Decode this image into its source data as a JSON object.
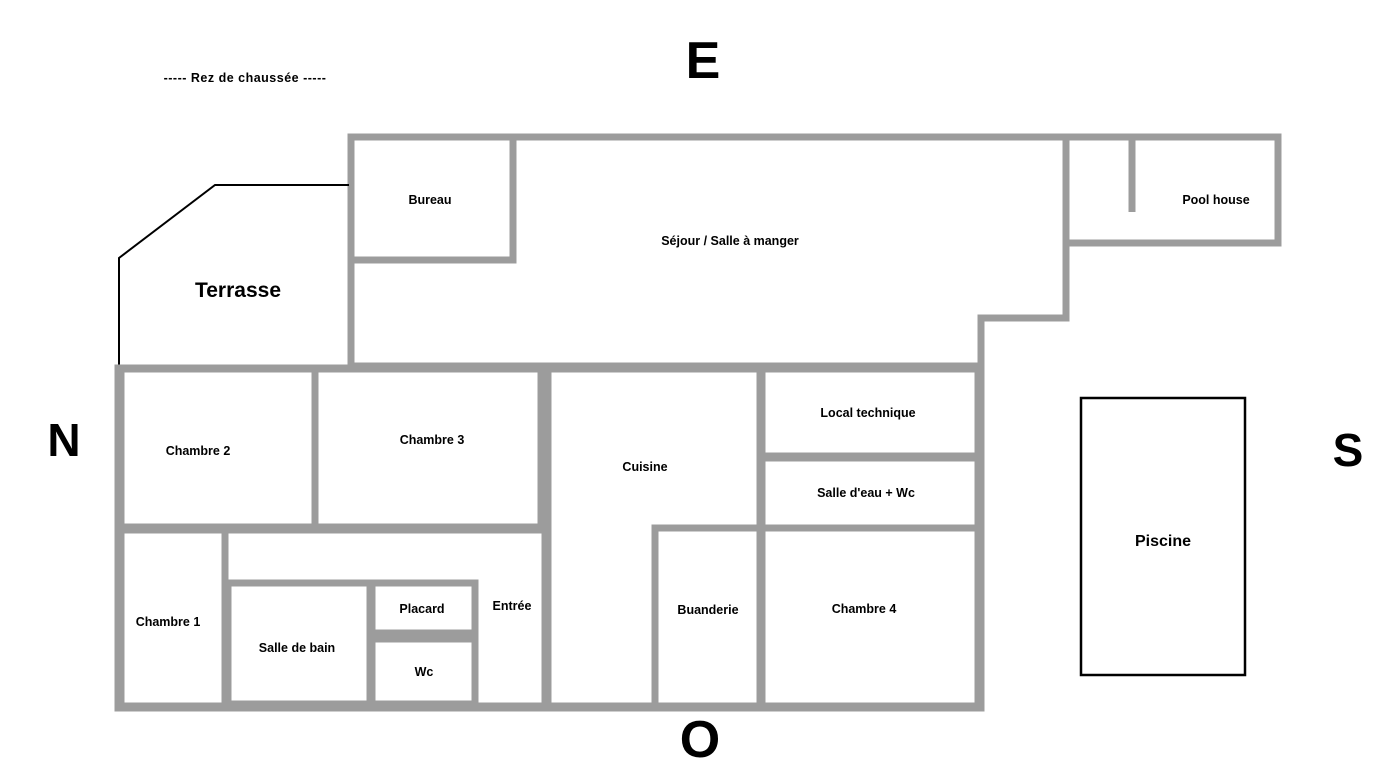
{
  "title": "-----  Rez de chaussée  -----",
  "compass": {
    "east": "E",
    "north": "N",
    "south": "S",
    "west": "O"
  },
  "rooms": {
    "bureau": "Bureau",
    "sejour": "Séjour / Salle à manger",
    "pool_house": "Pool house",
    "terrasse": "Terrasse",
    "chambre2": "Chambre 2",
    "chambre3": "Chambre 3",
    "cuisine": "Cuisine",
    "local_technique": "Local technique",
    "salle_eau_wc": "Salle d'eau + Wc",
    "chambre1": "Chambre 1",
    "salle_de_bain": "Salle de bain",
    "placard": "Placard",
    "wc": "Wc",
    "entree": "Entrée",
    "buanderie": "Buanderie",
    "chambre4": "Chambre 4",
    "piscine": "Piscine"
  },
  "colors": {
    "wall": "#9c9c9c",
    "outline": "#000000",
    "room_fill": "#ffffff",
    "text": "#000000"
  }
}
